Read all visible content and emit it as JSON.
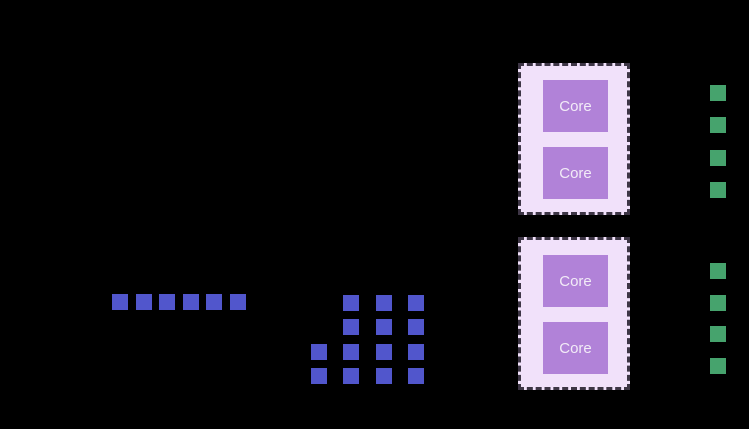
{
  "diagram": {
    "background": "#000000",
    "colors": {
      "blue_square": "#5156CC",
      "green_square": "#46A36D",
      "chip_fill": "#F1E1FA",
      "chip_border": "#3D3545",
      "core_fill": "#B182D8",
      "core_text": "#F2EBF7"
    },
    "chips": [
      {
        "id": "chip-top",
        "cores": [
          "Core",
          "Core"
        ]
      },
      {
        "id": "chip-bottom",
        "cores": [
          "Core",
          "Core"
        ]
      }
    ],
    "blue_row": {
      "count": 6
    },
    "blue_grid": {
      "pattern": [
        [
          0,
          1,
          1,
          1
        ],
        [
          0,
          1,
          1,
          1
        ],
        [
          1,
          1,
          1,
          1
        ],
        [
          1,
          1,
          1,
          1
        ]
      ]
    },
    "green_columns": [
      {
        "count": 4
      },
      {
        "count": 4
      }
    ]
  }
}
